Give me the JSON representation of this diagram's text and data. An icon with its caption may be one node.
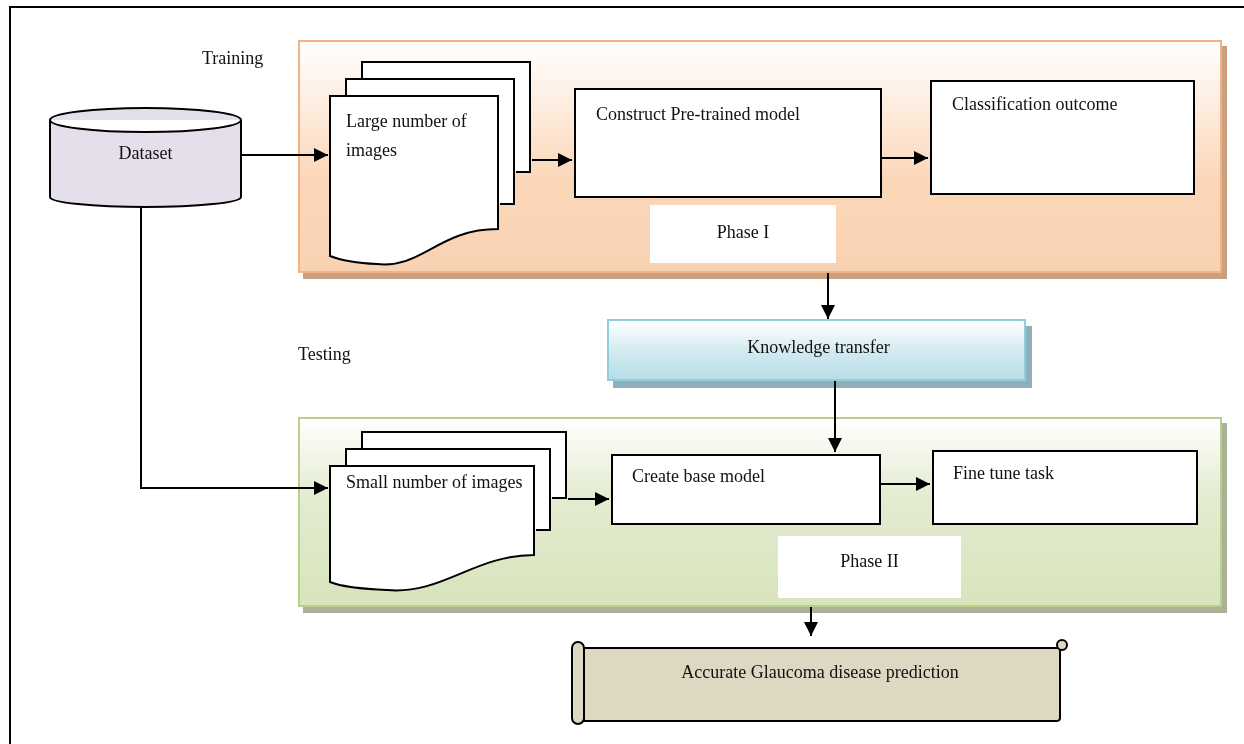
{
  "diagram": {
    "nodes": [
      {
        "text": [
          "Training"
        ]
      },
      {
        "text": [
          "Dataset"
        ]
      },
      {
        "text": [
          "Large number of images"
        ],
        "in": 0
      },
      {
        "text": [
          "Construct Pre-trained model"
        ],
        "in": 0
      },
      {
        "text": [
          "Classification outcome"
        ],
        "in": 0
      },
      {
        "text": [
          "Phase I"
        ],
        "in": 0
      },
      {
        "text": [
          "Knowledge transfer"
        ]
      },
      {
        "text": [
          "Testing"
        ]
      },
      {
        "text": [
          "Small number of images"
        ],
        "in": 7
      },
      {
        "text": [
          "Create base model"
        ],
        "in": 7
      },
      {
        "text": [
          "Fine tune task"
        ],
        "in": 7
      },
      {
        "text": [
          "Phase II"
        ],
        "in": 7
      },
      {
        "text": [
          "Accurate Glaucoma disease prediction"
        ]
      }
    ],
    "edges": [
      {
        "from": 1,
        "to": 2,
        "arrow": "to"
      },
      {
        "from": 2,
        "to": 3,
        "arrow": "to"
      },
      {
        "from": 3,
        "to": 4,
        "arrow": "to"
      },
      {
        "from": 0,
        "to": 6,
        "arrow": "to"
      },
      {
        "from": 6,
        "to": 9,
        "arrow": "to"
      },
      {
        "from": 1,
        "to": 8,
        "arrow": "to"
      },
      {
        "from": 8,
        "to": 9,
        "arrow": "to"
      },
      {
        "from": 9,
        "to": 10,
        "arrow": "to"
      },
      {
        "from": 7,
        "to": 12,
        "arrow": "to"
      }
    ]
  }
}
